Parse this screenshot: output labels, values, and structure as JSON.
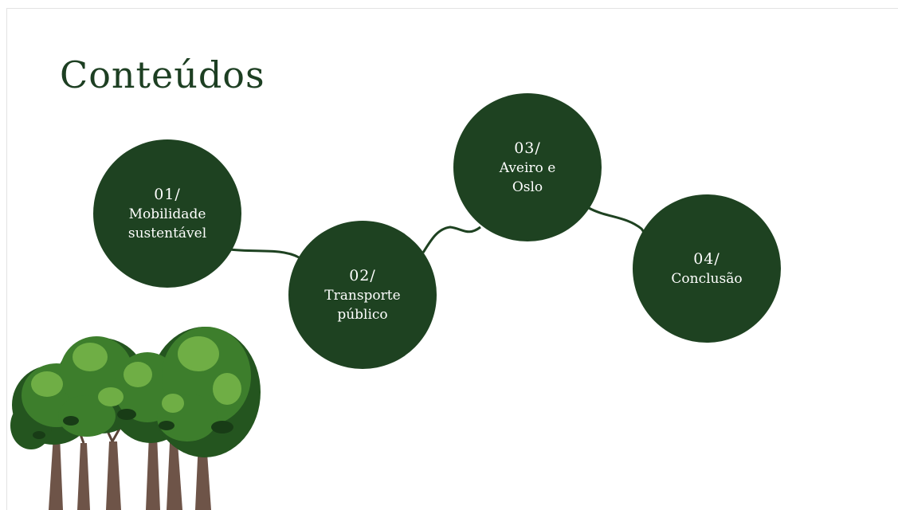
{
  "slide": {
    "title": "Conteúdos",
    "items": [
      {
        "number": "01/",
        "label": "Mobilidade sustentável"
      },
      {
        "number": "02/",
        "label": "Transporte público"
      },
      {
        "number": "03/",
        "label": "Aveiro e Oslo"
      },
      {
        "number": "04/",
        "label": "Conclusão"
      }
    ]
  },
  "colors": {
    "circle": "#1e4221",
    "title": "#1d3f22",
    "foliage": "#3d7e2c",
    "trunk": "#6e5448"
  },
  "decorations": {
    "image": "tree-group-illustration"
  }
}
